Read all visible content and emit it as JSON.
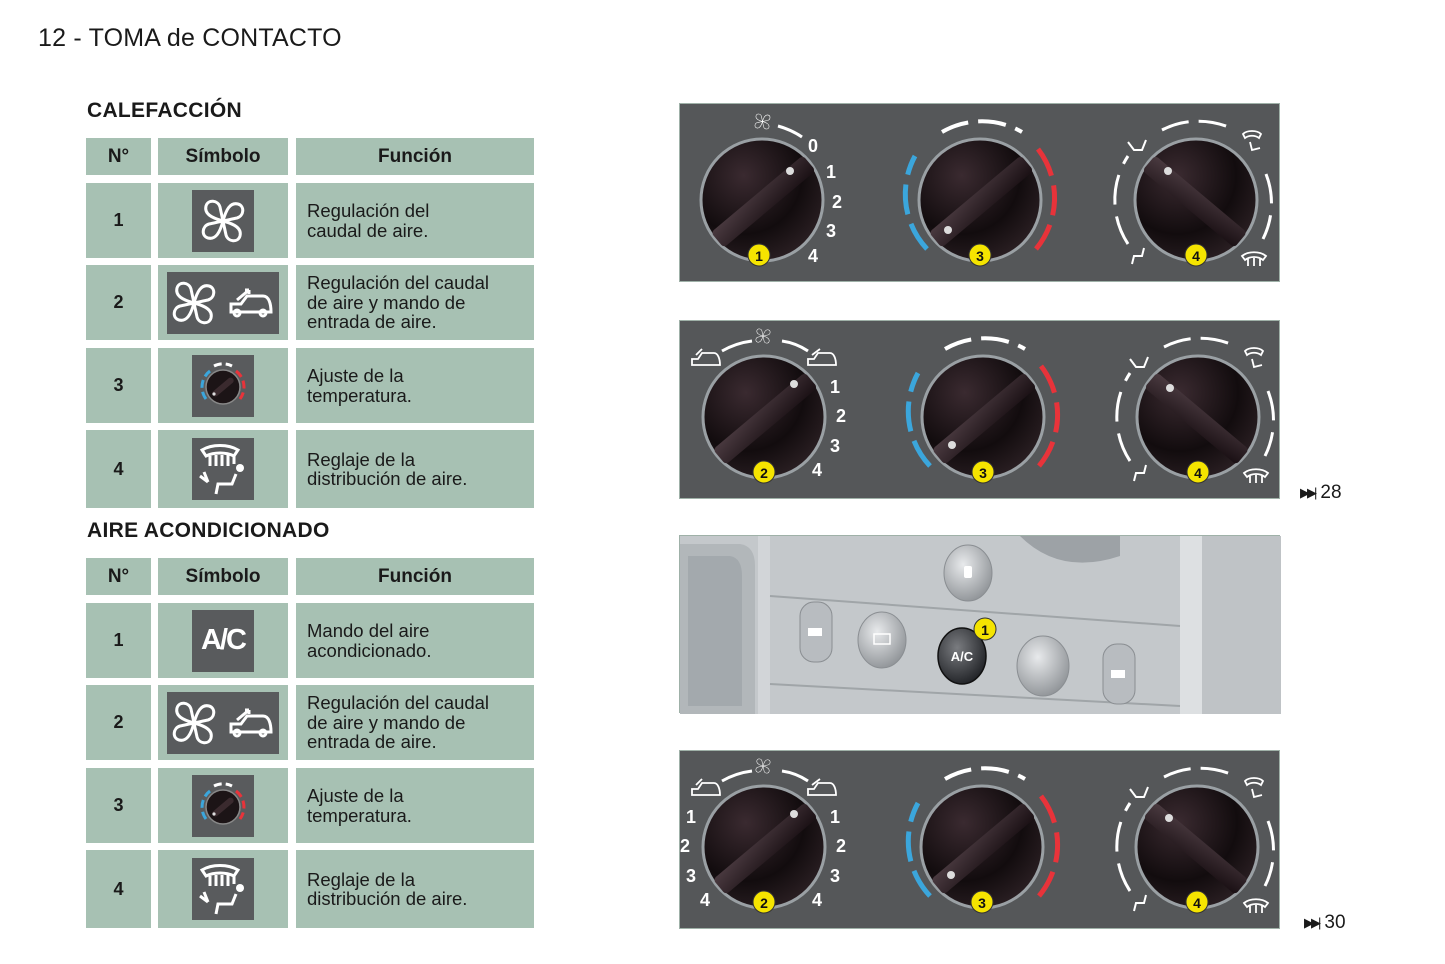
{
  "page": {
    "title": "12 - TOMA de CONTACTO"
  },
  "heating": {
    "title": "CALEFACCIÓN",
    "headers": {
      "no": "N°",
      "symbol": "Símbolo",
      "function": "Función"
    },
    "rows": [
      {
        "no": "1",
        "symbol": "fan-icon",
        "function": "Regulación del\ncaudal de aire."
      },
      {
        "no": "2",
        "symbol": "fan-and-recirculation-icon",
        "function": "Regulación del caudal\nde aire y mando de\nentrada de aire."
      },
      {
        "no": "3",
        "symbol": "temperature-knob-icon",
        "function": "Ajuste de la\ntemperatura."
      },
      {
        "no": "4",
        "symbol": "air-distribution-icon",
        "function": "Reglaje de la\ndistribución de aire."
      }
    ]
  },
  "air_conditioning": {
    "title": "AIRE ACONDICIONADO",
    "headers": {
      "no": "N°",
      "symbol": "Símbolo",
      "function": "Función"
    },
    "rows": [
      {
        "no": "1",
        "symbol": "ac-icon",
        "symbol_text": "A/C",
        "function": "Mando del aire\nacondicionado."
      },
      {
        "no": "2",
        "symbol": "fan-and-recirculation-icon",
        "function": "Regulación del caudal\nde aire y mando de\nentrada de aire."
      },
      {
        "no": "3",
        "symbol": "temperature-knob-icon",
        "function": "Ajuste de la\ntemperatura."
      },
      {
        "no": "4",
        "symbol": "air-distribution-icon",
        "function": "Reglaje de la\ndistribución de aire."
      }
    ]
  },
  "panels": [
    {
      "knobs": [
        {
          "badge": "1",
          "scale": [
            "0",
            "1",
            "2",
            "3",
            "4"
          ]
        },
        {
          "badge": "3"
        },
        {
          "badge": "4"
        }
      ]
    },
    {
      "knobs": [
        {
          "badge": "2",
          "scale": [
            "1",
            "2",
            "3",
            "4"
          ]
        },
        {
          "badge": "3"
        },
        {
          "badge": "4"
        }
      ],
      "ref": "28"
    },
    {
      "button_label": "A/C",
      "badge": "1"
    },
    {
      "knobs": [
        {
          "badge": "2",
          "scale_left": [
            "1",
            "2",
            "3",
            "4"
          ],
          "scale_right": [
            "1",
            "2",
            "3",
            "4"
          ]
        },
        {
          "badge": "3"
        },
        {
          "badge": "4"
        }
      ],
      "ref": "30"
    }
  ],
  "refs": {
    "icon": "skip-forward-icon",
    "glyph": "▶▶|"
  },
  "colors": {
    "table_bg": "#a7c1b3",
    "symbol_bg": "#595b5d",
    "panel_bg": "#555759",
    "badge": "#f5e400",
    "cold": "#3ba6dc",
    "hot": "#e8333a"
  }
}
